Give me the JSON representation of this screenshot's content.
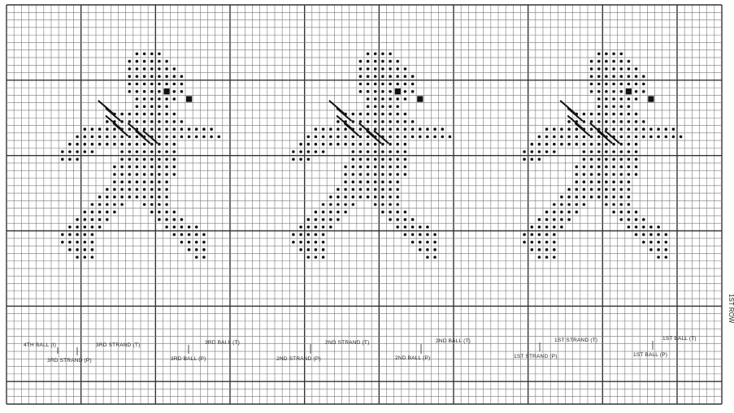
{
  "figures": [
    {
      "id": "figure-1",
      "labels": {
        "ball_left": "4TH BALL (I)",
        "strand_top": "3RD STRAND (T)",
        "ball_right_top": "3RD BALL (T)",
        "strand_bottom": "3RD STRAND (P)",
        "ball_right_bottom": "3RD BALL (P)"
      }
    },
    {
      "id": "figure-2",
      "labels": {
        "strand_top": "2ND STRAND (T)",
        "ball_right_top": "2ND BALL (T)",
        "strand_bottom": "2ND STRAND (P)",
        "ball_right_bottom": "2ND BALL (P)"
      }
    },
    {
      "id": "figure-3",
      "labels": {
        "strand_top": "1ST STRAND (T)",
        "ball_right_top": "1ST BALL (T)",
        "strand_bottom": "1ST STRAND (P)",
        "ball_right_bottom": "1ST BALL (P)"
      }
    }
  ],
  "side_label": "1ST ROW"
}
